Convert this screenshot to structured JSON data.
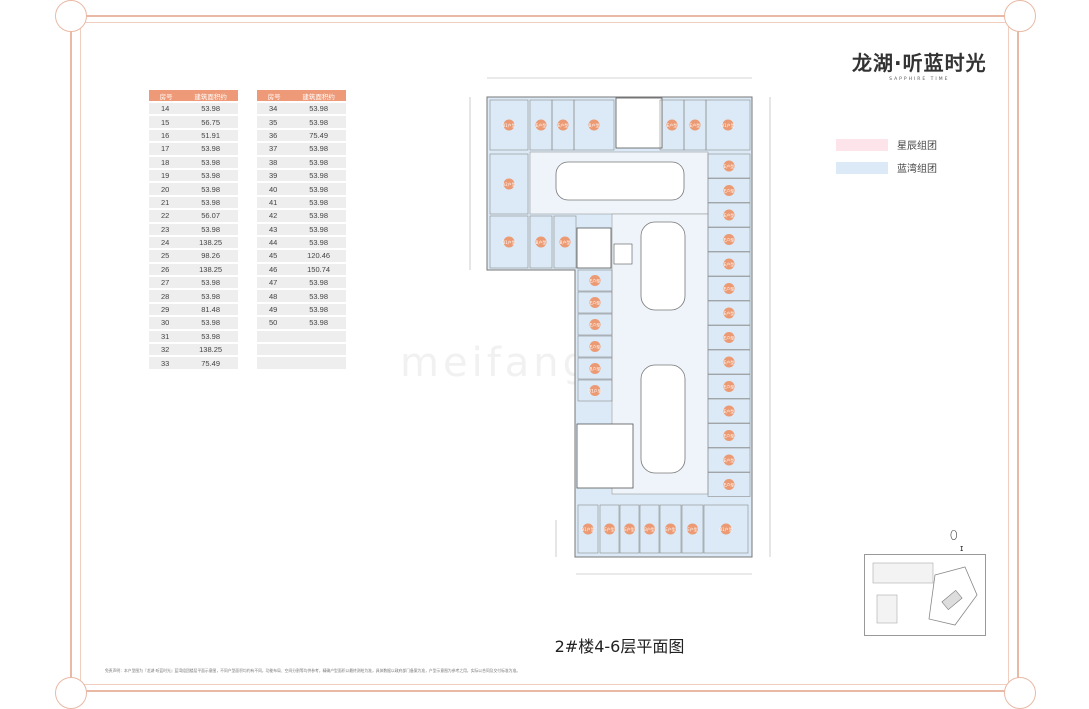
{
  "brand": {
    "name": "龙湖·听蓝时光",
    "subtitle": "SAPPHIRE TIME"
  },
  "legend": [
    {
      "label": "星辰组团",
      "color": "#fde4ea"
    },
    {
      "label": "蓝湾组团",
      "color": "#dbeaf6"
    }
  ],
  "tables": [
    {
      "headers": [
        "房号",
        "建筑面积约"
      ],
      "rows": [
        [
          "14",
          "53.98"
        ],
        [
          "15",
          "56.75"
        ],
        [
          "16",
          "51.91"
        ],
        [
          "17",
          "53.98"
        ],
        [
          "18",
          "53.98"
        ],
        [
          "19",
          "53.98"
        ],
        [
          "20",
          "53.98"
        ],
        [
          "21",
          "53.98"
        ],
        [
          "22",
          "56.07"
        ],
        [
          "23",
          "53.98"
        ],
        [
          "24",
          "138.25"
        ],
        [
          "25",
          "98.26"
        ],
        [
          "26",
          "138.25"
        ],
        [
          "27",
          "53.98"
        ],
        [
          "28",
          "53.98"
        ],
        [
          "29",
          "81.48"
        ],
        [
          "30",
          "53.98"
        ],
        [
          "31",
          "53.98"
        ],
        [
          "32",
          "138.25"
        ],
        [
          "33",
          "75.49"
        ]
      ]
    },
    {
      "headers": [
        "房号",
        "建筑面积约"
      ],
      "rows": [
        [
          "34",
          "53.98"
        ],
        [
          "35",
          "53.98"
        ],
        [
          "36",
          "75.49"
        ],
        [
          "37",
          "53.98"
        ],
        [
          "38",
          "53.98"
        ],
        [
          "39",
          "53.98"
        ],
        [
          "40",
          "53.98"
        ],
        [
          "41",
          "53.98"
        ],
        [
          "42",
          "53.98"
        ],
        [
          "43",
          "53.98"
        ],
        [
          "44",
          "53.98"
        ],
        [
          "45",
          "120.46"
        ],
        [
          "46",
          "150.74"
        ],
        [
          "47",
          "53.98"
        ],
        [
          "48",
          "53.98"
        ],
        [
          "49",
          "53.98"
        ],
        [
          "50",
          "53.98"
        ],
        [
          "",
          ""
        ],
        [
          "",
          ""
        ],
        [
          "",
          ""
        ]
      ]
    }
  ],
  "plan": {
    "caption": "2#楼4-6层平面图",
    "accent_color": "#ef8c5c",
    "unit_fill": "#dbeaf6",
    "unit_types_top_row": [
      "B1户型",
      "E户型",
      "E户型",
      "B户型",
      "E户型",
      "E户型",
      "B1户型"
    ],
    "unit_types_left_block": [
      "A2户型",
      "B1户型",
      "B户型",
      "B户型"
    ],
    "unit_types_center_column": [
      "E户型",
      "E户型",
      "E户型",
      "E户型",
      "B户型",
      "B1户型"
    ],
    "unit_types_right_column": [
      "E户型",
      "E户型",
      "E户型",
      "E户型",
      "E户型",
      "E户型",
      "E户型",
      "E户型",
      "E户型",
      "E户型",
      "E户型",
      "E户型",
      "E户型",
      "E户型"
    ],
    "unit_types_bottom_row": [
      "B1户型",
      "E户型",
      "E户型",
      "B户型",
      "E户型",
      "E户型",
      "B1户型"
    ]
  },
  "disclaimer": "免责声明：本户型图为『龙湖·听蓝时光』蓝湾组团楼层平面示意图，不同户型面积均约有不同，功能布局、空间分割等均供参考，精确户型面积以最终测绘为准，具体数据以政府部门备案为准，户型示意图为参考之用，实际以合同及交付标准为准。",
  "watermark": "meifang"
}
